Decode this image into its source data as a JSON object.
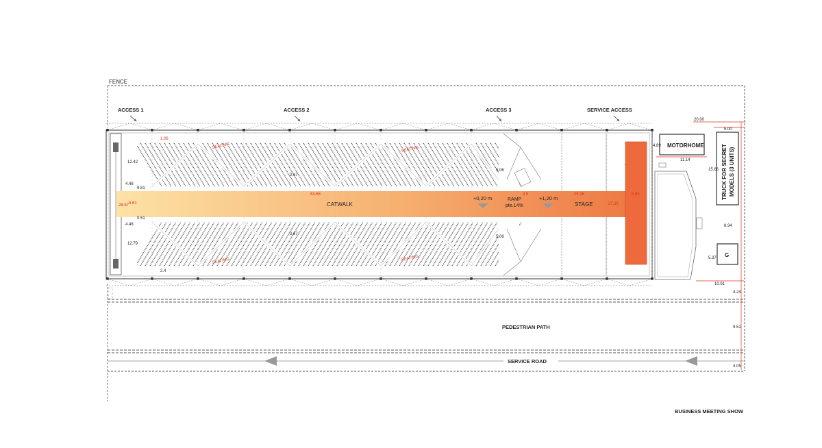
{
  "labels": {
    "fence": "FENCE",
    "access_1": "ACCESS 1",
    "access_2": "ACCESS 2",
    "access_3": "ACCESS 3",
    "service_access": "SERVICE ACCESS",
    "catwalk": "CATWALK",
    "ramp": "RAMP",
    "ramp_slope": "pte.14%",
    "level_ramp": "+0,20 m",
    "level_stage": "+1,20 m",
    "stage": "STAGE",
    "motorhome": "MOTORHOME",
    "truck_line1": "TRUCK FOR SECRET",
    "truck_line2": "MODELS (3 UNITS)",
    "generator": "G",
    "pedestrian_path": "PEDESTRIAN PATH",
    "service_road": "SERVICE ROAD",
    "caption": "BUSINESS MEETING SHOW"
  },
  "dimensions": {
    "seat_row_gap_top": "1.06",
    "seat_row_gap_bottom": "2.4",
    "left_top_depth": "12.42",
    "left_bottom_depth": "12.79",
    "aisle_top": "9.81",
    "aisle_bottom": "0.51",
    "gap_top": "4.48",
    "gap_bottom": "4.48",
    "bay_top": "2.67",
    "bay_bottom": "2.67",
    "stair_top": "5.06",
    "stair_bottom": "5.06",
    "hall_width": "28.57",
    "catwalk_width": "5.61",
    "catwalk_length": "84.68",
    "stage_depth": "25.16",
    "stage_width": "27.30",
    "stage_right": "5.83",
    "ramp_run": "4.5",
    "service_total": "20.00",
    "truck_width": "5.00",
    "motorhome_depth": "4.89",
    "motorhome_length": "11.14",
    "truck_length": "15.66",
    "truck_gap": "8.94",
    "gen_depth": "5.37",
    "lower_service": "10.91",
    "path_gap": "4.24",
    "path_width": "9.51",
    "road_width": "4.05",
    "seating_tag_1": "SEATING",
    "seating_tag_2": "SEATING",
    "seating_tag_3": "SEATING",
    "seating_tag_4": "SEATING"
  },
  "colors": {
    "catwalk_start": "#fcdca0",
    "catwalk_end": "#ee7a45",
    "stage": "#ee6a3c",
    "dimension": "#e0301e",
    "linework": "#444444"
  }
}
